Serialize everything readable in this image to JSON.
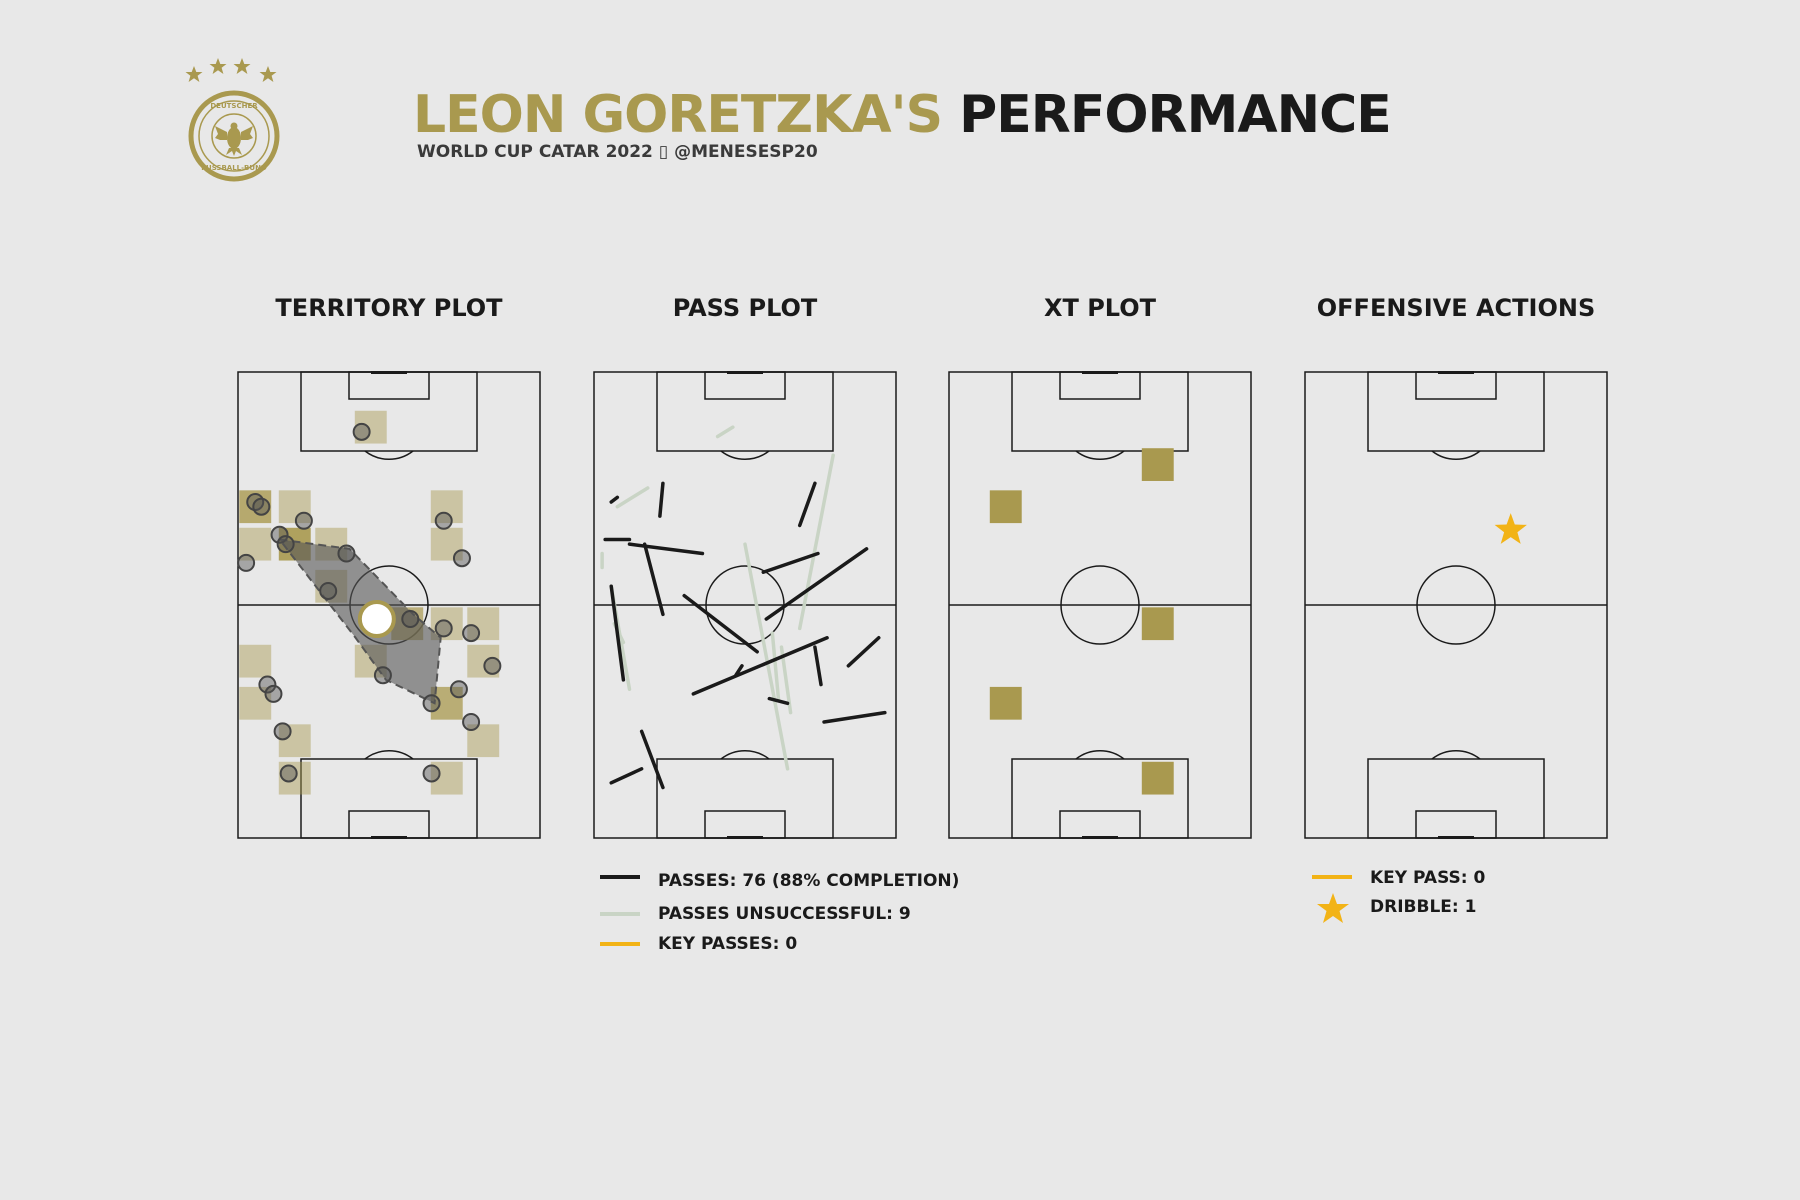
{
  "header": {
    "title_player": "LEON GORETZKA'S",
    "title_rest": "PERFORMANCE",
    "subtitle": "WORLD CUP CATAR 2022 ▯ @MENESESP20",
    "crest_text_top": "DEUTSCHER",
    "crest_text_bottom": "FUSSBALL-BUND"
  },
  "colors": {
    "background": "#e8e8e8",
    "gold": "#a9994f",
    "dark": "#1a1a1a",
    "pass_success": "#1a1a1a",
    "pass_fail": "#c9d4c5",
    "key": "#f2b316",
    "heat": "#a9994f"
  },
  "panels": [
    {
      "key": "territory",
      "title": "TERRITORY PLOT"
    },
    {
      "key": "pass",
      "title": "PASS PLOT"
    },
    {
      "key": "xt",
      "title": "XT PLOT"
    },
    {
      "key": "offense",
      "title": "OFFENSIVE ACTIONS"
    }
  ],
  "legend_pass": {
    "passes": "PASSES: 76 (88% COMPLETION)",
    "unsuccessful": "PASSES UNSUCCESSFUL: 9",
    "key_passes": "KEY PASSES: 0"
  },
  "legend_offense": {
    "key_pass": "KEY PASS: 0",
    "dribble": "DRIBBLE: 1"
  },
  "chart_data": [
    {
      "type": "scatter",
      "title": "TERRITORY PLOT",
      "xlim": [
        0,
        100
      ],
      "ylim": [
        0,
        100
      ],
      "heat_cells": [
        {
          "x": 44,
          "y": 88,
          "a": 0.45
        },
        {
          "x": 6,
          "y": 71,
          "a": 0.8
        },
        {
          "x": 19,
          "y": 71,
          "a": 0.45
        },
        {
          "x": 69,
          "y": 71,
          "a": 0.45
        },
        {
          "x": 6,
          "y": 63,
          "a": 0.45
        },
        {
          "x": 19,
          "y": 63,
          "a": 0.9
        },
        {
          "x": 31,
          "y": 63,
          "a": 0.45
        },
        {
          "x": 69,
          "y": 63,
          "a": 0.45
        },
        {
          "x": 31,
          "y": 54,
          "a": 0.45
        },
        {
          "x": 56,
          "y": 46,
          "a": 0.7
        },
        {
          "x": 69,
          "y": 46,
          "a": 0.45
        },
        {
          "x": 81,
          "y": 46,
          "a": 0.45
        },
        {
          "x": 6,
          "y": 38,
          "a": 0.45
        },
        {
          "x": 44,
          "y": 38,
          "a": 0.45
        },
        {
          "x": 81,
          "y": 38,
          "a": 0.45
        },
        {
          "x": 6,
          "y": 29,
          "a": 0.45
        },
        {
          "x": 69,
          "y": 29,
          "a": 0.75
        },
        {
          "x": 19,
          "y": 21,
          "a": 0.45
        },
        {
          "x": 81,
          "y": 21,
          "a": 0.45
        },
        {
          "x": 19,
          "y": 13,
          "a": 0.45
        },
        {
          "x": 69,
          "y": 13,
          "a": 0.45
        }
      ],
      "touches": [
        {
          "x": 41,
          "y": 87
        },
        {
          "x": 6,
          "y": 72
        },
        {
          "x": 8,
          "y": 71
        },
        {
          "x": 22,
          "y": 68
        },
        {
          "x": 14,
          "y": 65
        },
        {
          "x": 16,
          "y": 63
        },
        {
          "x": 3,
          "y": 59
        },
        {
          "x": 36,
          "y": 61
        },
        {
          "x": 30,
          "y": 53
        },
        {
          "x": 68,
          "y": 68
        },
        {
          "x": 74,
          "y": 60
        },
        {
          "x": 57,
          "y": 47
        },
        {
          "x": 68,
          "y": 45
        },
        {
          "x": 77,
          "y": 44
        },
        {
          "x": 84,
          "y": 37
        },
        {
          "x": 48,
          "y": 35
        },
        {
          "x": 73,
          "y": 32
        },
        {
          "x": 64,
          "y": 29
        },
        {
          "x": 10,
          "y": 33
        },
        {
          "x": 12,
          "y": 31
        },
        {
          "x": 15,
          "y": 23
        },
        {
          "x": 77,
          "y": 25
        },
        {
          "x": 17,
          "y": 14
        },
        {
          "x": 64,
          "y": 14
        }
      ],
      "hull": [
        {
          "x": 14,
          "y": 64
        },
        {
          "x": 37,
          "y": 62
        },
        {
          "x": 58,
          "y": 48
        },
        {
          "x": 67,
          "y": 43
        },
        {
          "x": 65,
          "y": 29
        },
        {
          "x": 49,
          "y": 34
        },
        {
          "x": 39,
          "y": 43
        }
      ],
      "average_position": {
        "x": 46,
        "y": 47
      }
    },
    {
      "type": "line",
      "title": "PASS PLOT",
      "xlim": [
        0,
        100
      ],
      "ylim": [
        0,
        100
      ],
      "successful": [
        {
          "x1": 6,
          "y1": 72,
          "x2": 8,
          "y2": 73
        },
        {
          "x1": 22,
          "y1": 69,
          "x2": 23,
          "y2": 76
        },
        {
          "x1": 4,
          "y1": 64,
          "x2": 12,
          "y2": 64
        },
        {
          "x1": 12,
          "y1": 63,
          "x2": 36,
          "y2": 61
        },
        {
          "x1": 17,
          "y1": 63,
          "x2": 23,
          "y2": 48
        },
        {
          "x1": 6,
          "y1": 54,
          "x2": 10,
          "y2": 34
        },
        {
          "x1": 73,
          "y1": 76,
          "x2": 68,
          "y2": 67
        },
        {
          "x1": 56,
          "y1": 57,
          "x2": 74,
          "y2": 61
        },
        {
          "x1": 90,
          "y1": 62,
          "x2": 57,
          "y2": 47
        },
        {
          "x1": 30,
          "y1": 52,
          "x2": 54,
          "y2": 40
        },
        {
          "x1": 77,
          "y1": 43,
          "x2": 33,
          "y2": 31
        },
        {
          "x1": 75,
          "y1": 33,
          "x2": 73,
          "y2": 41
        },
        {
          "x1": 47,
          "y1": 35,
          "x2": 49,
          "y2": 37
        },
        {
          "x1": 94,
          "y1": 43,
          "x2": 84,
          "y2": 37
        },
        {
          "x1": 64,
          "y1": 29,
          "x2": 58,
          "y2": 30
        },
        {
          "x1": 76,
          "y1": 25,
          "x2": 96,
          "y2": 27
        },
        {
          "x1": 16,
          "y1": 23,
          "x2": 23,
          "y2": 11
        },
        {
          "x1": 6,
          "y1": 12,
          "x2": 16,
          "y2": 15
        }
      ],
      "unsuccessful": [
        {
          "x1": 46,
          "y1": 88,
          "x2": 41,
          "y2": 86
        },
        {
          "x1": 8,
          "y1": 71,
          "x2": 18,
          "y2": 75
        },
        {
          "x1": 3,
          "y1": 58,
          "x2": 3,
          "y2": 61
        },
        {
          "x1": 6,
          "y1": 54,
          "x2": 12,
          "y2": 32
        },
        {
          "x1": 50,
          "y1": 63,
          "x2": 64,
          "y2": 15
        },
        {
          "x1": 68,
          "y1": 45,
          "x2": 79,
          "y2": 82
        },
        {
          "x1": 59,
          "y1": 44,
          "x2": 61,
          "y2": 30
        },
        {
          "x1": 62,
          "y1": 41,
          "x2": 65,
          "y2": 27
        },
        {
          "x1": 7,
          "y1": 46,
          "x2": 10,
          "y2": 42
        }
      ]
    },
    {
      "type": "heatmap",
      "title": "XT PLOT",
      "xlim": [
        0,
        100
      ],
      "ylim": [
        0,
        100
      ],
      "cells": [
        {
          "x": 69,
          "y": 80
        },
        {
          "x": 19,
          "y": 71
        },
        {
          "x": 69,
          "y": 46
        },
        {
          "x": 19,
          "y": 29
        },
        {
          "x": 69,
          "y": 13
        }
      ]
    },
    {
      "type": "scatter",
      "title": "OFFENSIVE ACTIONS",
      "xlim": [
        0,
        100
      ],
      "ylim": [
        0,
        100
      ],
      "dribbles": [
        {
          "x": 68,
          "y": 66
        }
      ],
      "key_passes": []
    }
  ]
}
